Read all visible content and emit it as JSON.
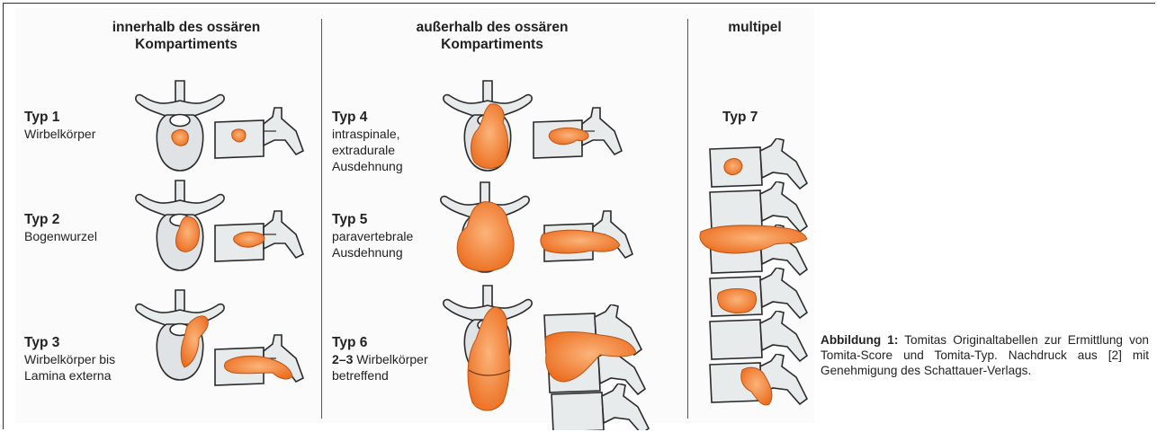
{
  "columns": {
    "inside": {
      "heading_line1": "innerhalb des ossären",
      "heading_line2": "Kompartiments"
    },
    "outside": {
      "heading_line1": "außerhalb des ossären",
      "heading_line2": "Kompartiments"
    },
    "multiple": {
      "heading": "multipel"
    }
  },
  "types": {
    "t1": {
      "name": "Typ 1",
      "desc1": "Wirbelkörper"
    },
    "t2": {
      "name": "Typ 2",
      "desc1": "Bogenwurzel"
    },
    "t3": {
      "name": "Typ 3",
      "desc1": "Wirbelkörper bis",
      "desc2": "Lamina externa"
    },
    "t4": {
      "name": "Typ 4",
      "desc1": "intraspinale,",
      "desc2": "extradurale",
      "desc3": "Ausdehnung"
    },
    "t5": {
      "name": "Typ 5",
      "desc1": "paravertebrale",
      "desc2": "Ausdehnung"
    },
    "t6": {
      "name": "Typ 6",
      "desc_bold": "2–3",
      "desc1": "Wirbelkörper",
      "desc2": "betreffend"
    },
    "t7": {
      "name": "Typ 7"
    }
  },
  "caption": {
    "label": "Abbildung 1:",
    "text": "Tomitas Originaltabellen zur Ermittlung von Tomita-Score und Tomita-Typ. Nachdruck aus [2] mit Genehmigung des Schattauer-Verlags."
  },
  "colors": {
    "bone": "#e8ebec",
    "bone_stroke": "#2a2a2a",
    "tumor": "#f07a2c",
    "tumor_light": "#f8a463"
  },
  "icons": {
    "vertebra_axial": "vertebra-axial-icon",
    "vertebra_lateral": "vertebra-lateral-icon",
    "spine_column": "spine-column-icon"
  }
}
